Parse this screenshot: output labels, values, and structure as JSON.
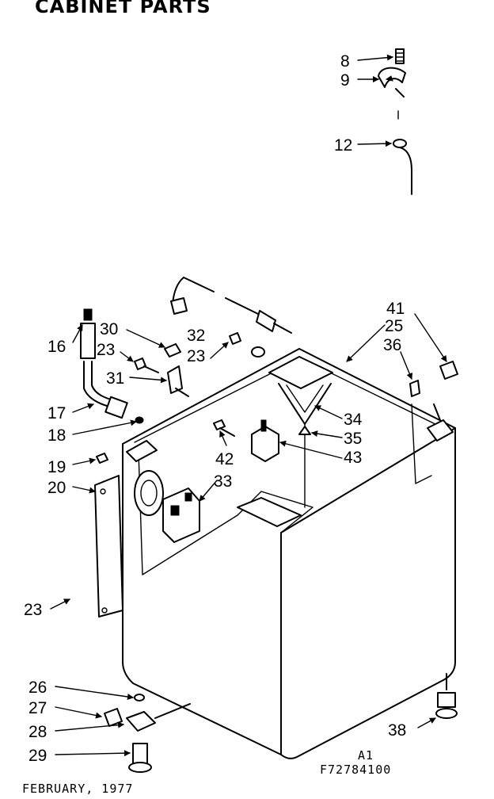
{
  "header": {
    "title": "CABINET PARTS"
  },
  "footer": {
    "date": "FEBRUARY, 1977",
    "code_line1": "A1",
    "code_line2": "F72784100"
  },
  "callouts": {
    "c8": "8",
    "c9": "9",
    "c12": "12",
    "c16": "16",
    "c17": "17",
    "c18": "18",
    "c19": "19",
    "c20": "20",
    "c23a": "23",
    "c23b": "23",
    "c23c": "23",
    "c25": "25",
    "c26": "26",
    "c27": "27",
    "c28": "28",
    "c29": "29",
    "c30": "30",
    "c31": "31",
    "c32": "32",
    "c33": "33",
    "c34": "34",
    "c35": "35",
    "c36": "36",
    "c38": "38",
    "c41": "41",
    "c42": "42",
    "c43": "43"
  }
}
